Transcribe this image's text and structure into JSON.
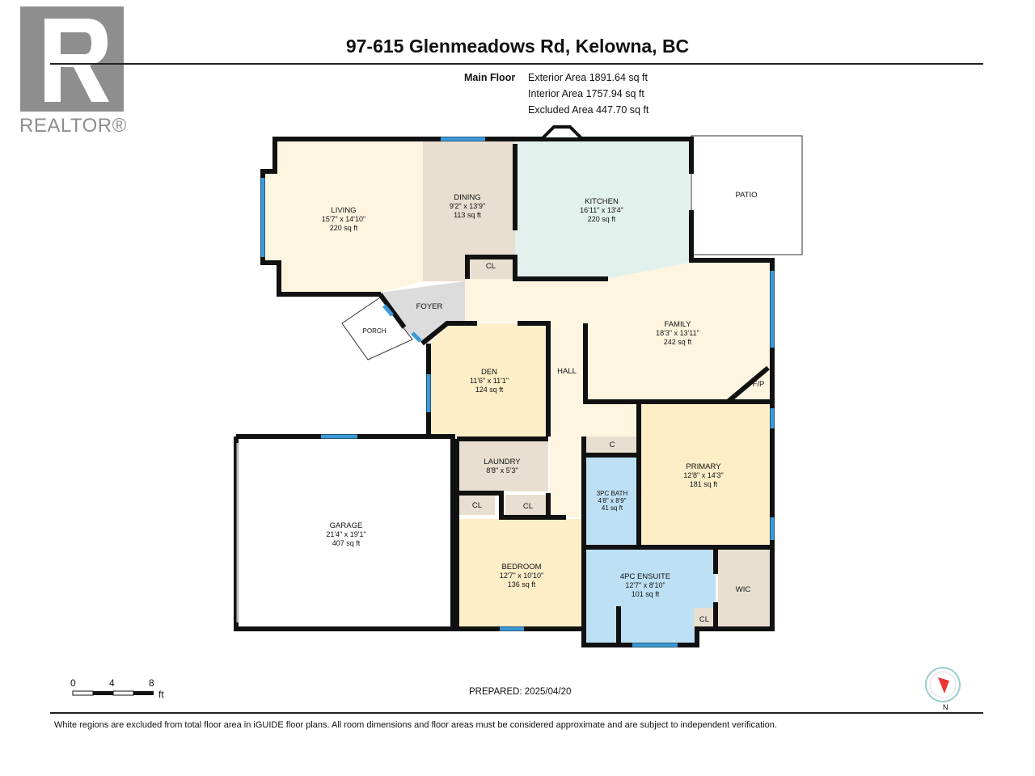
{
  "logo": {
    "text": "REALTOR®",
    "letter": "R"
  },
  "title": "97-615 Glenmeadows Rd, Kelowna, BC",
  "floor": {
    "name": "Main Floor",
    "exterior_area": "Exterior Area 1891.64 sq ft",
    "interior_area": "Interior Area 1757.94 sq ft",
    "excluded_area": "Excluded Area 447.70 sq ft"
  },
  "rooms": {
    "living": {
      "name": "LIVING",
      "dims": "15'7\" x 14'10\"",
      "area": "220 sq ft"
    },
    "dining": {
      "name": "DINING",
      "dims": "9'2\" x 13'9\"",
      "area": "113 sq ft"
    },
    "kitchen": {
      "name": "KITCHEN",
      "dims": "16'11\" x 13'4\"",
      "area": "220 sq ft"
    },
    "patio": {
      "name": "PATIO"
    },
    "cl1": {
      "name": "CL"
    },
    "foyer": {
      "name": "FOYER"
    },
    "porch": {
      "name": "PORCH"
    },
    "family": {
      "name": "FAMILY",
      "dims": "18'3\" x 13'11\"",
      "area": "242 sq ft"
    },
    "fp": {
      "name": "F/P"
    },
    "den": {
      "name": "DEN",
      "dims": "11'6\" x 11'1\"",
      "area": "124 sq ft"
    },
    "hall": {
      "name": "HALL"
    },
    "laundry": {
      "name": "LAUNDRY",
      "dims": "8'8\" x 5'3\""
    },
    "cl2": {
      "name": "CL"
    },
    "cl3": {
      "name": "CL"
    },
    "garage": {
      "name": "GARAGE",
      "dims": "21'4\" x 19'1\"",
      "area": "407 sq ft"
    },
    "c": {
      "name": "C"
    },
    "bath3": {
      "name": "3PC BATH",
      "dims": "4'8\" x 8'9\"",
      "area": "41 sq ft"
    },
    "primary": {
      "name": "PRIMARY",
      "dims": "12'8\" x 14'3\"",
      "area": "181 sq ft"
    },
    "bedroom": {
      "name": "BEDROOM",
      "dims": "12'7\" x 10'10\"",
      "area": "136 sq ft"
    },
    "ensuite": {
      "name": "4PC ENSUITE",
      "dims": "12'7\" x 8'10\"",
      "area": "101 sq ft"
    },
    "cl4": {
      "name": "CL"
    },
    "wic": {
      "name": "WIC"
    }
  },
  "scale": {
    "labels": [
      "0",
      "4",
      "8"
    ],
    "unit": "ft"
  },
  "prepared": "PREPARED: 2025/04/20",
  "compass": {
    "label": "N"
  },
  "disclaimer": "White regions are excluded from total floor area in iGUIDE floor plans. All room dimensions and floor areas must be considered approximate and are subject to independent verification.",
  "colors": {
    "wall": "#111111",
    "window": "#3a9ad9",
    "cream": "#fdf5e0",
    "tan": "#e8dfd0",
    "mint": "#e3f1ec",
    "yellow": "#fdeec8",
    "blue": "#bde0f5",
    "logo": "#8e8e8e"
  }
}
